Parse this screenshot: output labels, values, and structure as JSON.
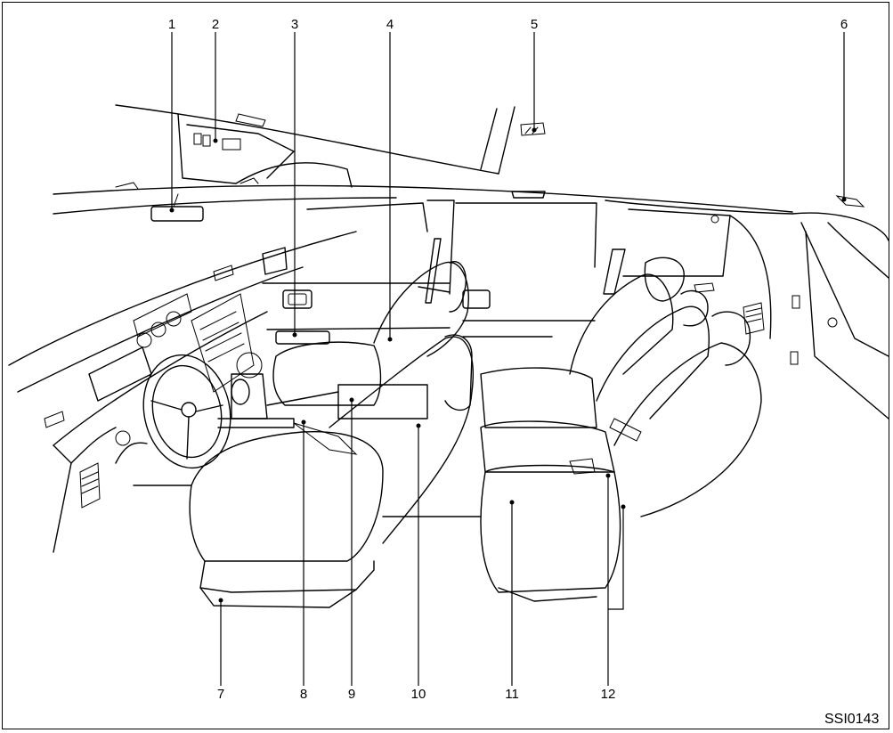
{
  "callouts": [
    "1",
    "2",
    "3",
    "4",
    "5",
    "6",
    "7",
    "8",
    "9",
    "10",
    "11",
    "12"
  ],
  "figure_code": "SSI0143"
}
